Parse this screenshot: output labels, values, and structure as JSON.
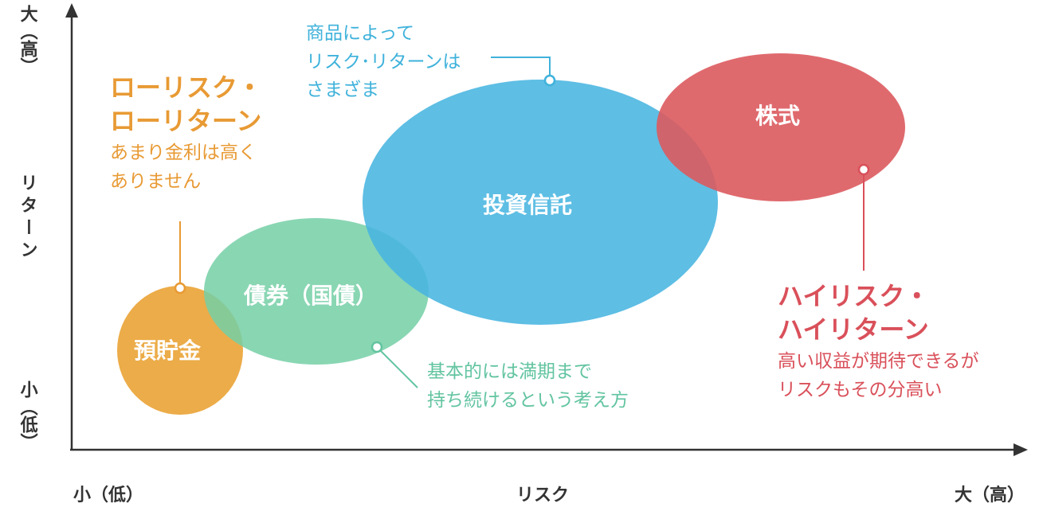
{
  "axes": {
    "y_top": "大（高）",
    "y_label": "リターン",
    "y_bottom": "小（低）",
    "x_left": "小（低）",
    "x_label": "リスク",
    "x_right": "大（高）"
  },
  "bubbles": {
    "deposit": "預貯金",
    "bond": "債券（国債）",
    "trust": "投資信託",
    "stock": "株式"
  },
  "annotations": {
    "low": {
      "heading1": "ローリスク・",
      "heading2": "ローリターン",
      "line1": "あまり金利は高く",
      "line2": "ありません"
    },
    "trust": {
      "line1": "商品によって",
      "line2": "リスク･リターンは",
      "line3": "さまざま"
    },
    "bond": {
      "line1": "基本的には満期まで",
      "line2": "持ち続けるという考え方"
    },
    "high": {
      "heading1": "ハイリスク・",
      "heading2": "ハイリターン",
      "line1": "高い収益が期待できるが",
      "line2": "リスクもその分高い"
    }
  },
  "colors": {
    "deposit": "#eba83f",
    "bond": "#74cfa6",
    "trust": "#48b5e0",
    "stock": "#dc5a5e",
    "axis": "#333333"
  }
}
